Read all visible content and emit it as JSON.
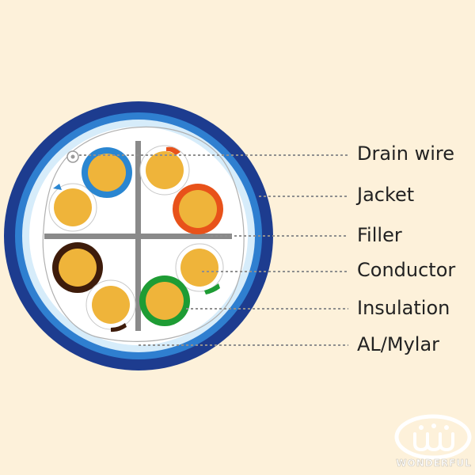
{
  "labels": {
    "drain_wire": "Drain wire",
    "jacket": "Jacket",
    "filler": "Filler",
    "conductor": "Conductor",
    "insulation": "Insulation",
    "mylar": "AL/Mylar"
  },
  "logo": {
    "text": "WONDERFUL"
  },
  "colors": {
    "background": "#fdf1da",
    "jacket_outer": "#1d3c8f",
    "jacket_inner": "#2f7fd0",
    "jacket_ring": "#d6ecfa",
    "core": "#ffffff",
    "filler": "#8a8a8a",
    "conductor": "#efb43a",
    "blue": "#2a86d1",
    "orange": "#e8521a",
    "brown": "#3e1c0b",
    "green": "#1e9c34",
    "leader": "#8f8f8f"
  }
}
